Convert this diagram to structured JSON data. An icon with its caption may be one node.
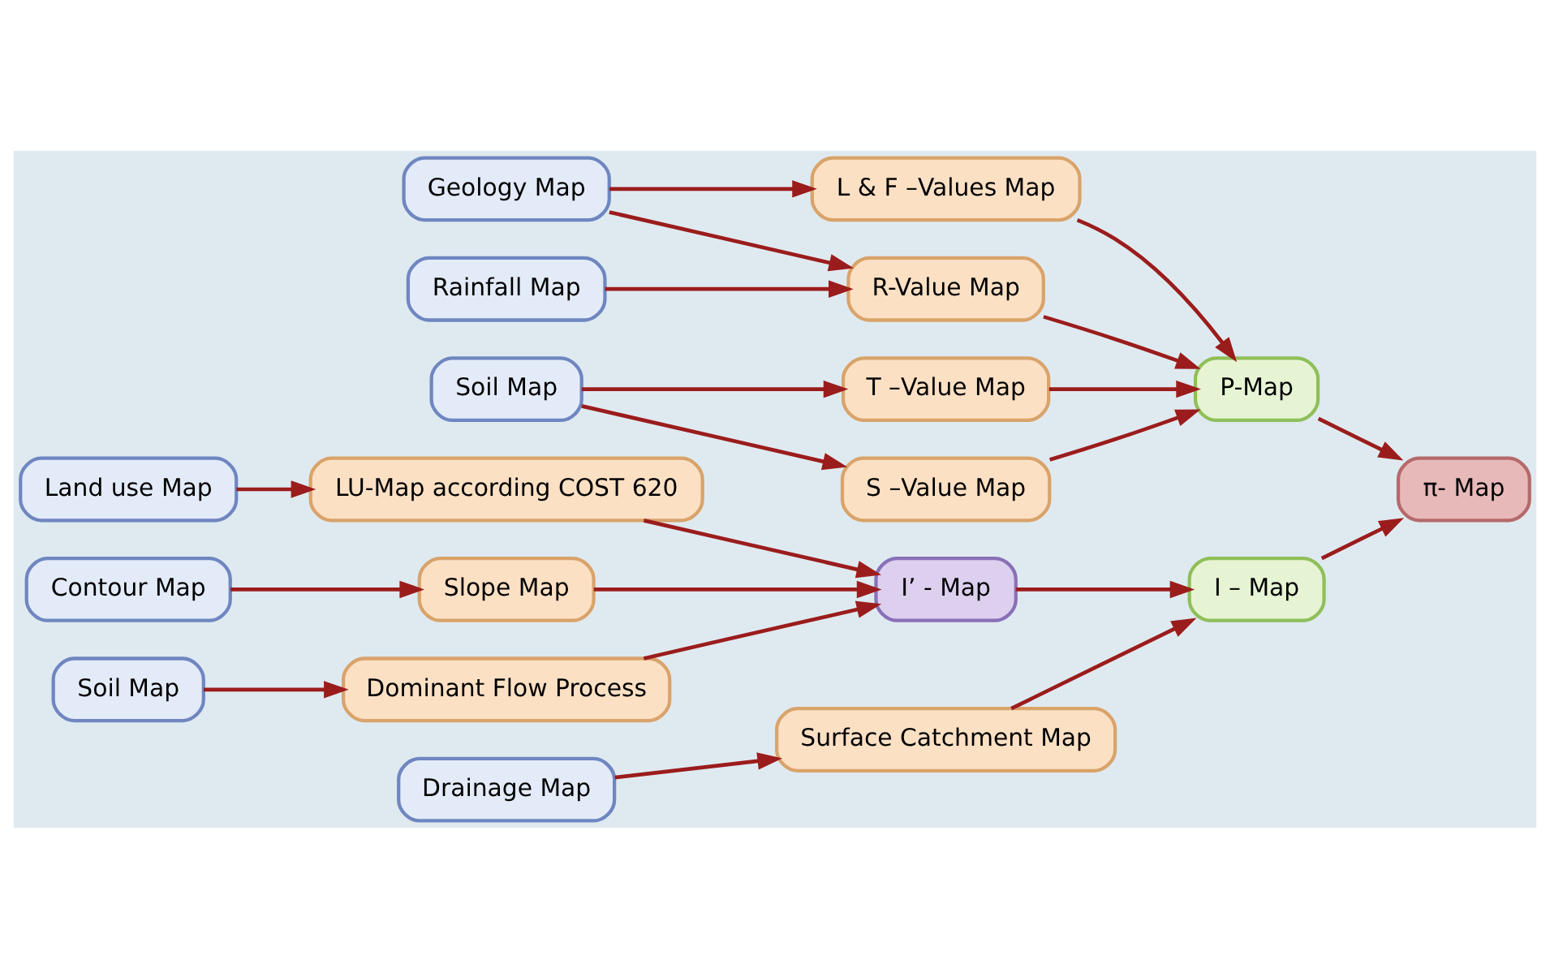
{
  "diagram": {
    "nodes": [
      {
        "text": [
          "Soil Map"
        ]
      },
      {
        "text": [
          "T –Value Map"
        ]
      },
      {
        "text": [
          "S –Value Map"
        ]
      },
      {
        "text": [
          "Geology Map"
        ]
      },
      {
        "text": [
          "L & F –Values Map"
        ]
      },
      {
        "text": [
          "Rainfall Map"
        ]
      },
      {
        "text": [
          "R-Value Map"
        ]
      },
      {
        "text": [
          "P-Map"
        ]
      },
      {
        "text": [
          "π- Map"
        ]
      },
      {
        "text": [
          "Soil Map"
        ]
      },
      {
        "text": [
          "Dominant Flow Process"
        ]
      },
      {
        "text": [
          "Land use Map"
        ]
      },
      {
        "text": [
          "LU-Map according COST 620"
        ]
      },
      {
        "text": [
          "Contour Map"
        ]
      },
      {
        "text": [
          "Slope Map"
        ]
      },
      {
        "text": [
          "I’ - Map"
        ]
      },
      {
        "text": [
          "Drainage Map"
        ]
      },
      {
        "text": [
          "Surface Catchment Map"
        ]
      },
      {
        "text": [
          "I – Map"
        ]
      }
    ],
    "edges": [
      {
        "from": 0,
        "to": 1,
        "arrow": "to"
      },
      {
        "from": 0,
        "to": 2,
        "arrow": "to"
      },
      {
        "from": 3,
        "to": 4,
        "arrow": "to"
      },
      {
        "from": 3,
        "to": 6,
        "arrow": "to"
      },
      {
        "from": 5,
        "to": 6,
        "arrow": "to"
      },
      {
        "from": 1,
        "to": 7,
        "arrow": "to"
      },
      {
        "from": 2,
        "to": 7,
        "arrow": "to"
      },
      {
        "from": 4,
        "to": 7,
        "arrow": "to"
      },
      {
        "from": 6,
        "to": 7,
        "arrow": "to"
      },
      {
        "from": 7,
        "to": 8,
        "arrow": "to"
      },
      {
        "from": 9,
        "to": 10,
        "arrow": "to"
      },
      {
        "from": 11,
        "to": 12,
        "arrow": "to"
      },
      {
        "from": 13,
        "to": 14,
        "arrow": "to"
      },
      {
        "from": 10,
        "to": 15,
        "arrow": "to"
      },
      {
        "from": 12,
        "to": 15,
        "arrow": "to"
      },
      {
        "from": 14,
        "to": 15,
        "arrow": "to"
      },
      {
        "from": 15,
        "to": 18,
        "arrow": "to"
      },
      {
        "from": 16,
        "to": 17,
        "arrow": "to"
      },
      {
        "from": 17,
        "to": 18,
        "arrow": "to"
      },
      {
        "from": 18,
        "to": 8,
        "arrow": "to"
      }
    ]
  }
}
